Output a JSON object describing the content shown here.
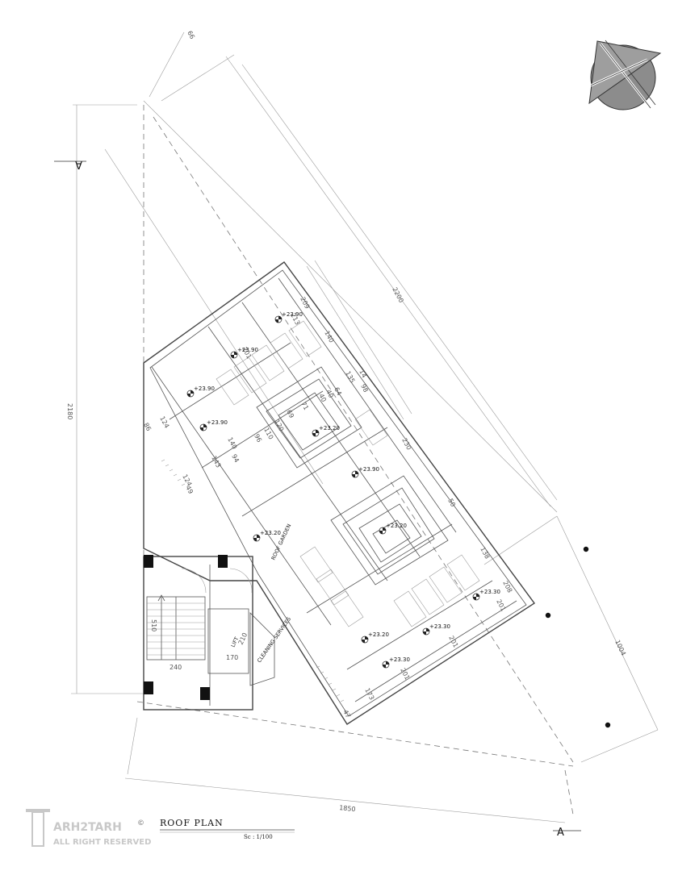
{
  "title": {
    "text": "ROOF PLAN",
    "scale": "Sc : 1/100"
  },
  "logo": {
    "brand": "ARH2TARH",
    "rights": "ALL RIGHT RESERVED",
    "symbol": "©"
  },
  "section_marker": "A",
  "labels": {
    "roof_garden": "ROOF GARDEN",
    "cleaning_services": "CLEANING SERVICES",
    "lift": "LIFT"
  },
  "dimensions": {
    "site_diag": "2200",
    "site_left": "2180",
    "site_bottom": "1850",
    "site_right": "1004",
    "top_small": "66",
    "stair_width": "240",
    "stair_length": "510",
    "lift_width": "170",
    "lift_depth": "210",
    "interior": [
      "209",
      "213",
      "140",
      "135",
      "98",
      "14",
      "230",
      "124",
      "124",
      "64",
      "71",
      "69",
      "96",
      "110",
      "120",
      "94",
      "140",
      "208",
      "173",
      "201",
      "201",
      "201",
      "201",
      "47",
      "50",
      "86",
      "143",
      "138",
      "49",
      "40",
      "40"
    ]
  },
  "levels": [
    "+23.90",
    "+23.90",
    "+23.90",
    "+23.90",
    "+23.20",
    "+23.90",
    "+23.20",
    "+23.20",
    "+23.30",
    "+23.20",
    "+23.30",
    "+23.30"
  ],
  "icons": [
    "north-arrow-icon",
    "section-marker-icon",
    "level-marker-icon"
  ]
}
